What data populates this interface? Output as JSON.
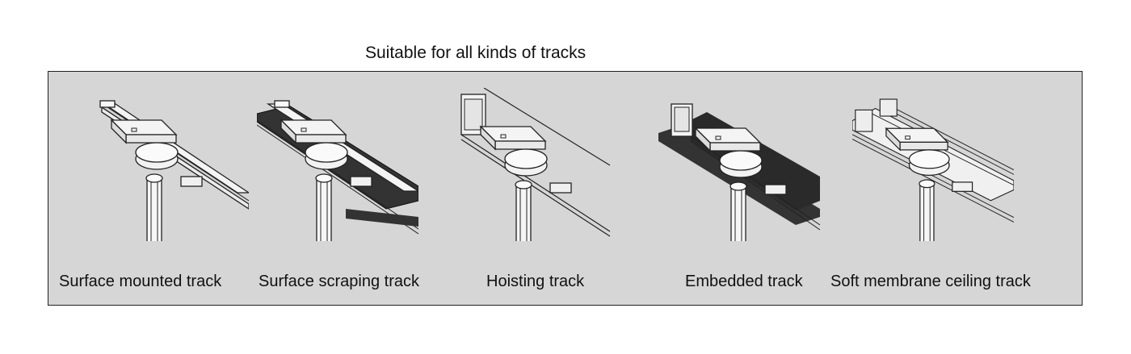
{
  "title": "Suitable for all kinds of tracks",
  "tracks": [
    {
      "label": "Surface mounted track",
      "icon": "surface-mounted-track-icon"
    },
    {
      "label": "Surface scraping track",
      "icon": "surface-scraping-track-icon"
    },
    {
      "label": "Hoisting track",
      "icon": "hoisting-track-icon"
    },
    {
      "label": "Embedded track",
      "icon": "embedded-track-icon"
    },
    {
      "label": "Soft membrane ceiling track",
      "icon": "soft-membrane-ceiling-track-icon"
    }
  ],
  "colors": {
    "panel": "#d6d6d6",
    "line": "#222222",
    "dark_track": "#333333"
  }
}
